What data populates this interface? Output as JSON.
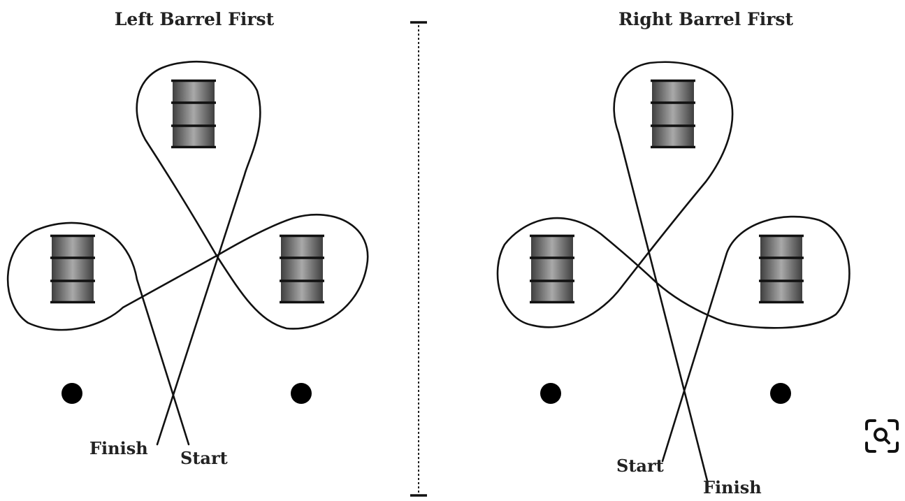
{
  "diagrams": [
    {
      "title": "Left Barrel First",
      "start_label": "Start",
      "finish_label": "Finish"
    },
    {
      "title": "Right Barrel First",
      "start_label": "Start",
      "finish_label": "Finish"
    }
  ],
  "icons": {
    "visual_search": "visual-search-icon"
  },
  "colors": {
    "line": "#111111",
    "barrel_dark": "#3f3f3f",
    "barrel_light": "#a9a9a9",
    "background": "#ffffff"
  }
}
